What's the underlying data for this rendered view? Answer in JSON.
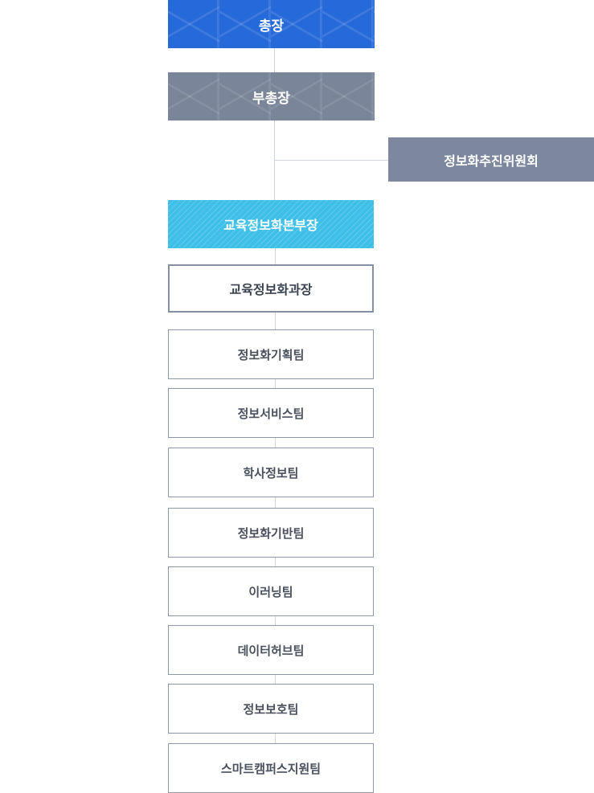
{
  "org_chart": {
    "president": "총장",
    "vice_president": "부총장",
    "committee": "정보화추진위원회",
    "cio_office": "교육정보화본부장",
    "director": "교육정보화과장",
    "teams": [
      "정보화기획팀",
      "정보서비스팀",
      "학사정보팀",
      "정보화기반팀",
      "이러닝팀",
      "데이터허브팀",
      "정보보호팀",
      "스마트캠퍼스지원팀"
    ]
  },
  "colors": {
    "president": "#2669d8",
    "vice_president": "#7a8599",
    "committee": "#7d889e",
    "cio_office": "#3dbfe8",
    "connector": "#cfd3da",
    "team_border": "#8e97a8"
  }
}
